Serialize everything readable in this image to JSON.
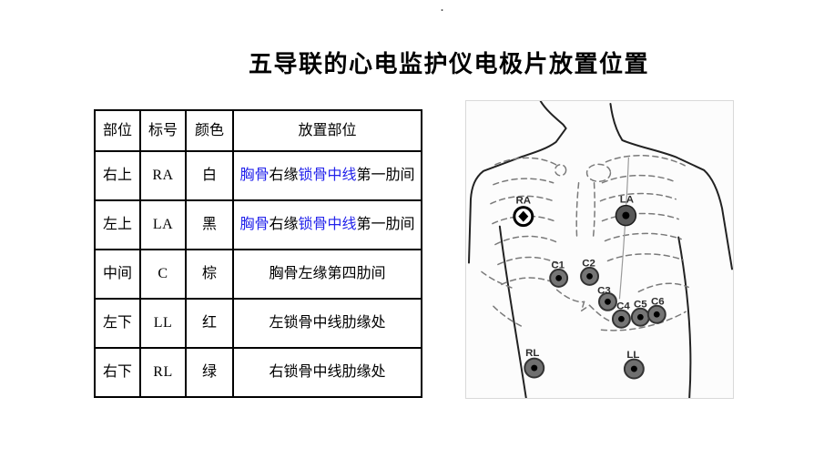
{
  "page": {
    "stray_mark": "."
  },
  "title": "五导联的心电监护仪电极片放置位置",
  "colors": {
    "highlight_blue": "#2323EB",
    "table_border": "#000000",
    "electrode_dark": "#5a5a5a",
    "electrode_white": "#ffffff"
  },
  "table": {
    "headers": [
      "部位",
      "标号",
      "颜色",
      "放置部位"
    ],
    "rows": [
      {
        "part": "右上",
        "code": "RA",
        "color": "白",
        "placement": [
          {
            "text": "胸骨"
          },
          {
            "text": "右缘"
          },
          {
            "text": "锁骨中线"
          },
          {
            "text": "第一肋间"
          }
        ]
      },
      {
        "part": "左上",
        "code": "LA",
        "color": "黑",
        "placement": [
          {
            "text": "胸骨"
          },
          {
            "text": "右缘"
          },
          {
            "text": "锁骨中线"
          },
          {
            "text": "第一肋间"
          }
        ]
      },
      {
        "part": "中间",
        "code": "C",
        "color": "棕",
        "placement": [
          {
            "text": "胸骨左缘第四肋间"
          }
        ]
      },
      {
        "part": "左下",
        "code": "LL",
        "color": "红",
        "placement": [
          {
            "text": "左锁骨中线肋缘处"
          }
        ]
      },
      {
        "part": "右下",
        "code": "RL",
        "color": "绿",
        "placement": [
          {
            "text": "右锁骨中线肋缘处"
          }
        ]
      }
    ]
  },
  "diagram": {
    "electrodes": [
      "RA",
      "LA",
      "C1",
      "C2",
      "C3",
      "C4",
      "C5",
      "C6",
      "RL",
      "LL"
    ]
  }
}
